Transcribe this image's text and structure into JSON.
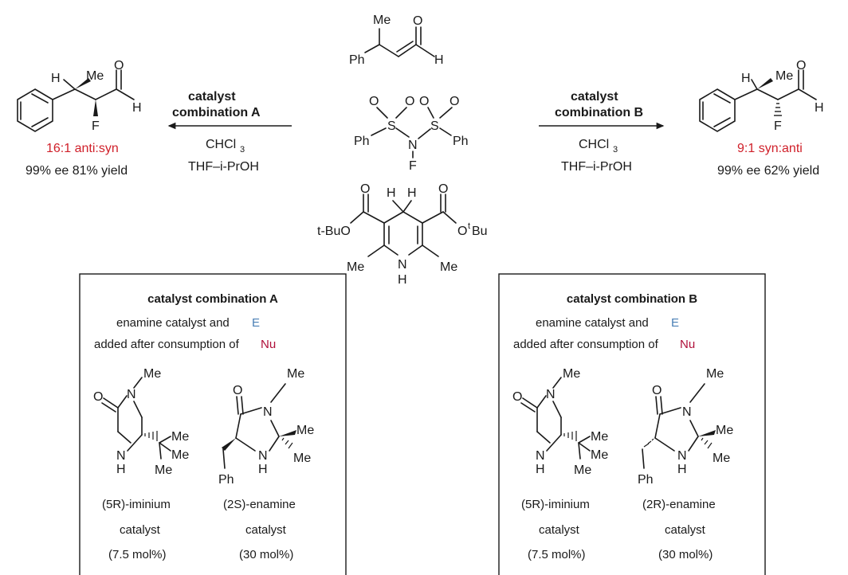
{
  "atom_labels": {
    "me": "Me",
    "ph": "Ph",
    "h": "H",
    "o": "O",
    "f": "F",
    "s": "S",
    "n": "N",
    "nh": "H",
    "tbuo": "t-BuO",
    "otbu": "O",
    "tbu_sup": "t",
    "tbu_bu": "Bu",
    "cl3": "3"
  },
  "left_arrow": {
    "label_line1": "catalyst",
    "label_line2": "combination A",
    "solvent_1": "CHCl",
    "solvent_2": "THF–i-PrOH"
  },
  "right_arrow": {
    "label_line1": "catalyst",
    "label_line2": "combination B",
    "solvent_1": "CHCl",
    "solvent_2": "THF–i-PrOH"
  },
  "left_product": {
    "ratio": "16:1 anti:syn",
    "result": "99% ee   81% yield"
  },
  "right_product": {
    "ratio": "9:1 syn:anti",
    "result": "99% ee   62% yield"
  },
  "box_a": {
    "title": "catalyst combination A",
    "line1_prefix": "enamine catalyst and",
    "line1_e": "E",
    "line2_prefix": "added after consumption of",
    "line2_nu": "Nu",
    "cat1_name": "(5R)-iminium",
    "cat1_word": "catalyst",
    "cat1_loading": "(7.5 mol%)",
    "cat2_name": "(2S)-enamine",
    "cat2_word": "catalyst",
    "cat2_loading": "(30 mol%)"
  },
  "box_b": {
    "title": "catalyst combination B",
    "line1_prefix": "enamine catalyst and",
    "line1_e": "E",
    "line2_prefix": "added after consumption of",
    "line2_nu": "Nu",
    "cat1_name": "(5R)-iminium",
    "cat1_word": "catalyst",
    "cat1_loading": "(7.5 mol%)",
    "cat2_name": "(2R)-enamine",
    "cat2_word": "catalyst",
    "cat2_loading": "(30 mol%)"
  },
  "colors": {
    "red": "#d0202a",
    "blue": "#4a7fb5",
    "crimson": "#b0103a"
  }
}
